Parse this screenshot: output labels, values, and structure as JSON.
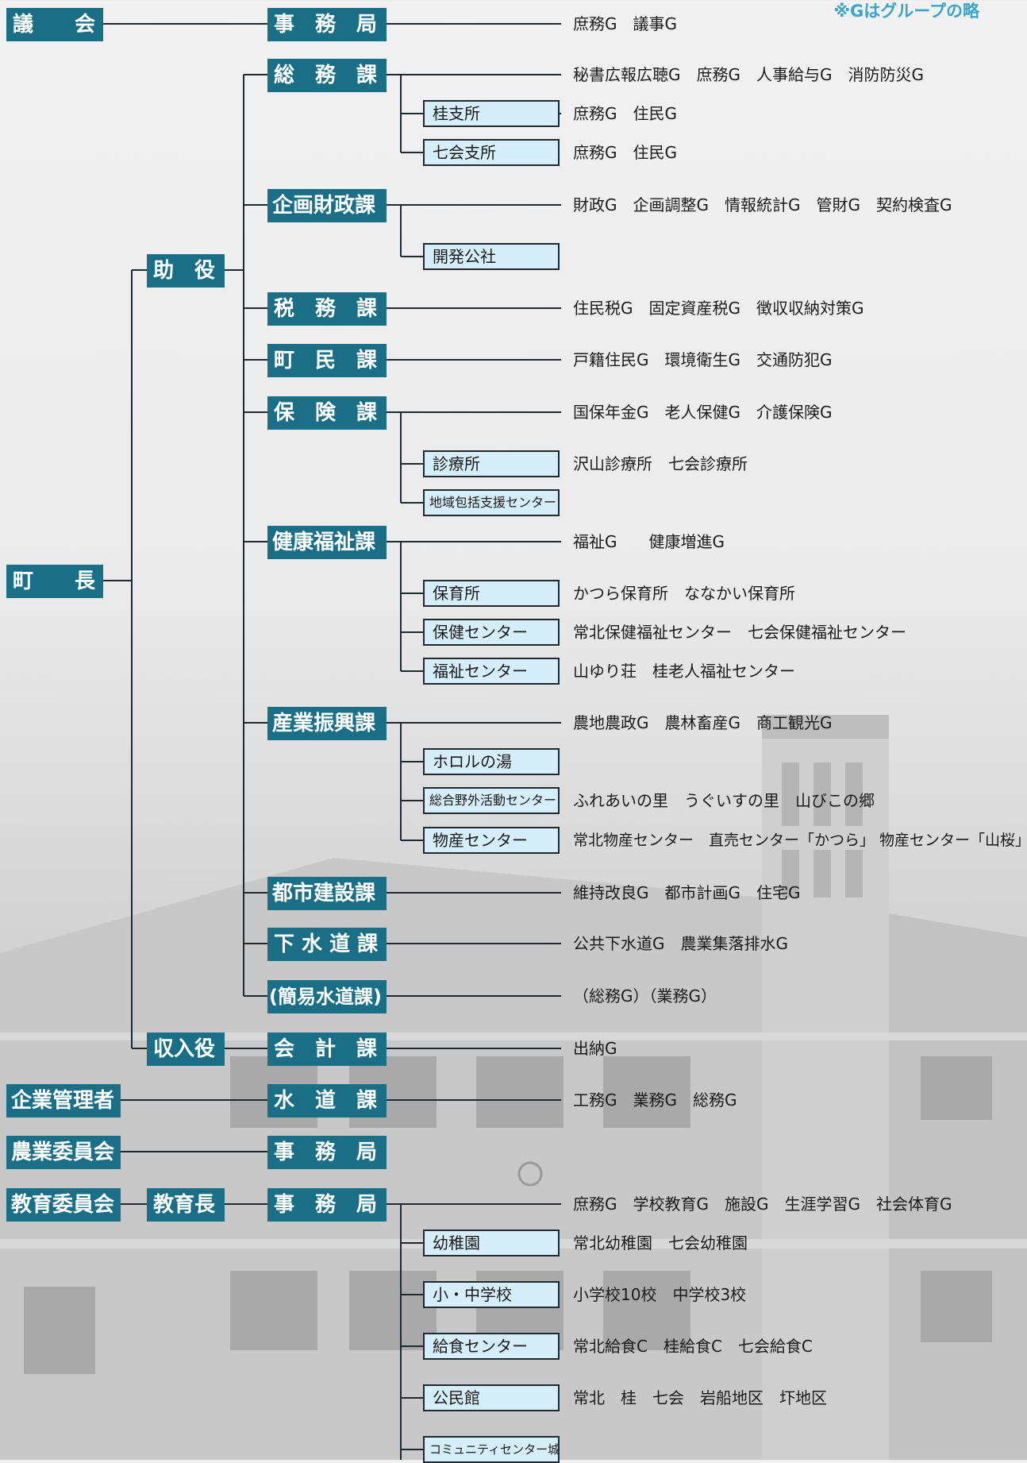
{
  "note": "※Gはグループの略",
  "boxes": {
    "gikai": "議　　会",
    "chocho": "町　　長",
    "joyaku": "助　役",
    "shunyuyaku": "収入役",
    "kigyo": "企業管理者",
    "nogyo_iinkai": "農業委員会",
    "kyoiku_iinkai": "教育委員会",
    "kyoikucho": "教育長",
    "gikai_jimukyoku": "事　務　局",
    "somu": "総　務　課",
    "kikaku": "企画財政課",
    "zeimu": "税　務　課",
    "chomin": "町　民　課",
    "hoken": "保　険　課",
    "kenko": "健康福祉課",
    "sangyo": "産業振興課",
    "toshi": "都市建設課",
    "gesui": "下 水 道 課",
    "kanisui": "(簡易水道課)",
    "kaikei": "会　計　課",
    "suido": "水　道　課",
    "nogyo_jimukyoku": "事　務　局",
    "kyoiku_jimukyoku": "事　務　局"
  },
  "subs": {
    "katsura_shisho": "桂支所",
    "nanakai_shisho": "七会支所",
    "kaihatsu": "開発公社",
    "shinryojo": "診療所",
    "chiiki": "地域包括支援センター",
    "hoikujo": "保育所",
    "hoken_center": "保健センター",
    "fukushi_center": "福祉センター",
    "hororu": "ホロルの湯",
    "yagai": "総合野外活動センター",
    "bussan": "物産センター",
    "yochien": "幼稚園",
    "shochu": "小・中学校",
    "kyushoku": "給食センター",
    "kominkan": "公民館",
    "community": "コミュニティセンター城里"
  },
  "descs": {
    "gikai": "庶務G　議事G",
    "somu": "秘書広報広聴G　庶務G　人事給与G　消防防災G",
    "katsura": "庶務G　住民G",
    "nanakai": "庶務G　住民G",
    "kikaku": "財政G　企画調整G　情報統計G　管財G　契約検査G",
    "zeimu": "住民税G　固定資産税G　徴収収納対策G",
    "chomin": "戸籍住民G　環境衛生G　交通防犯G",
    "hoken": "国保年金G　老人保健G　介護保険G",
    "shinryojo": "沢山診療所　七会診療所",
    "kenko": "福祉G　　健康増進G",
    "hoikujo": "かつら保育所　ななかい保育所",
    "hoken_center": "常北保健福祉センター　七会保健福祉センター",
    "fukushi_center": "山ゆり荘　桂老人福祉センター",
    "sangyo": "農地農政G　農林畜産G　商工観光G",
    "yagai": "ふれあいの里　うぐいすの里　山びこの郷",
    "bussan": "常北物産センター　直売センター「かつら」 物産センター「山桜」",
    "toshi": "維持改良G　都市計画G　住宅G",
    "gesui": "公共下水道G　農業集落排水G",
    "kanisui": "（総務G）（業務G）",
    "kaikei": "出納G",
    "suido": "工務G　業務G　総務G",
    "kyoiku": "庶務G　学校教育G　施設G　生涯学習G　社会体育G",
    "yochien": "常北幼稚園　七会幼稚園",
    "shochu": "小学校10校　中学校3校",
    "kyushoku": "常北給食C　桂給食C　七会給食C",
    "kominkan": "常北　桂　七会　岩船地区　圷地区"
  },
  "colors": {
    "box": "#1a6f86",
    "sub_fill": "#d6eef9",
    "line": "#1f2a30",
    "note": "#3aa4c9"
  }
}
